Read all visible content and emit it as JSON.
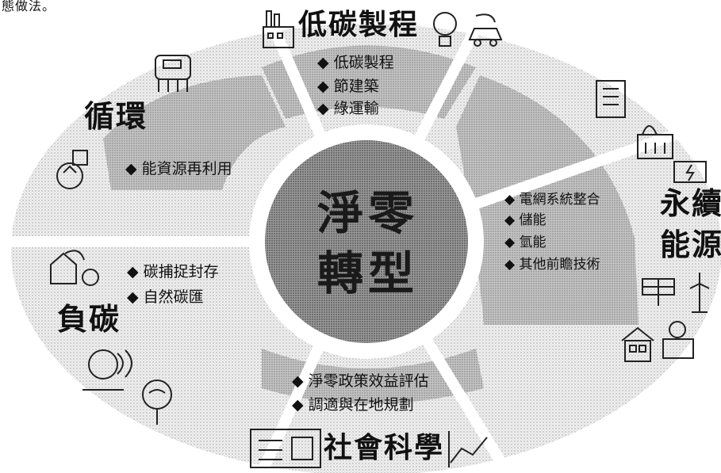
{
  "heading": "態做法。",
  "center": {
    "line1": "淨零",
    "line2": "轉型"
  },
  "segments": {
    "low_carbon": {
      "title": "低碳製程",
      "items": [
        "◆ 低碳製程",
        "◆ 節建築",
        "◆ 綠運輸"
      ]
    },
    "circular": {
      "title": "循環",
      "items": [
        "◆ 能資源再利用"
      ]
    },
    "renewable": {
      "title_line1": "永續",
      "title_line2": "能源",
      "items": [
        "◆ 電網系統整合",
        "◆ 儲能",
        "◆ 氫能",
        "◆ 其他前瞻技術"
      ]
    },
    "negative_carbon": {
      "title": "負碳",
      "items": [
        "◆ 碳捕捉封存",
        "◆ 自然碳匯"
      ]
    },
    "social_science": {
      "title": "社會科學",
      "items": [
        "◆ 淨零政策效益評估",
        "◆ 調適與在地規劃"
      ]
    }
  },
  "icons": [
    "factory-icon",
    "lightbulb-icon",
    "electric-car-icon",
    "lng-tank-icon",
    "recycle-icon",
    "building-icon",
    "power-plant-icon",
    "battery-icon",
    "solar-panel-icon",
    "wind-turbine-icon",
    "house-icon",
    "hydrogen-plant-icon",
    "carbon-capture-icon",
    "nature-sink-icon",
    "tree-icon",
    "report-icon",
    "trend-chart-icon"
  ],
  "colors": {
    "segment_dark": "#bdbdbd",
    "segment_light": "#e6e6e6",
    "center": "#8c8c8c",
    "text": "#111111"
  }
}
